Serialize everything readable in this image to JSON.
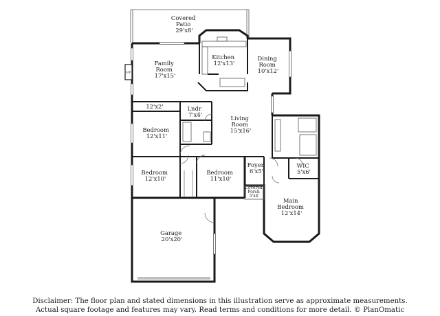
{
  "rooms": {
    "covered_patio": {
      "name": "Covered\nPatio",
      "dim": "29'x8'"
    },
    "kitchen": {
      "name": "Kitchen",
      "dim": "12'x13'"
    },
    "dining_room": {
      "name": "Dining\nRoom",
      "dim": "10'x12'"
    },
    "family_room": {
      "name": "Family\nRoom",
      "dim": "17'x15'"
    },
    "fp": {
      "name": "FP"
    },
    "closet_12x2": {
      "name": "",
      "dim": "12'x2'"
    },
    "laundry": {
      "name": "Lndr",
      "dim": "7'x4'"
    },
    "living_room": {
      "name": "Living\nRoom",
      "dim": "15'x16'"
    },
    "bedroom_1": {
      "name": "Bedroom",
      "dim": "12'x11'"
    },
    "foyer": {
      "name": "Foyer",
      "dim": "6'x5'"
    },
    "wic": {
      "name": "WIC",
      "dim": "5'x6'"
    },
    "bedroom_2": {
      "name": "Bedroom",
      "dim": "12'x10'"
    },
    "bedroom_3": {
      "name": "Bedroom",
      "dim": "11'x10'"
    },
    "covered_porch": {
      "name": "Covered\nPorch",
      "dim": "5'x4'"
    },
    "main_bedroom": {
      "name": "Main\nBedroom",
      "dim": "12'x14'"
    },
    "garage": {
      "name": "Garage",
      "dim": "20'x20'"
    }
  },
  "disclaimer": {
    "line1": "Disclaimer: The floor plan and stated dimensions in this illustration serve as approximate measurements.",
    "line2": "Actual square footage and features may vary. Read terms and conditions for more detail. © PlanOmatic"
  }
}
